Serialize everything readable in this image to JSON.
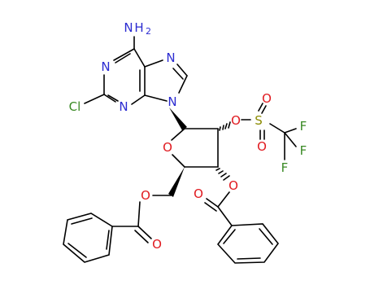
{
  "molecule": {
    "colors": {
      "N": "#2b2bd1",
      "O": "#e0191f",
      "S": "#8a8a00",
      "F": "#3a8a25",
      "Cl": "#3a8a25",
      "bond": "#000000"
    },
    "labels": {
      "amine_N": "N",
      "amine_H": "H",
      "amine_sub": "2",
      "n1": "N",
      "n3": "N",
      "n7": "N",
      "n9": "N",
      "cl": "Cl",
      "o_ring": "O",
      "o_triflate": "O",
      "s": "S",
      "o_s1": "O",
      "o_s2": "O",
      "f1": "F",
      "f2": "F",
      "f3": "F",
      "o_ester3": "O",
      "o_carbonyl3": "O",
      "o_ester5": "O",
      "o_carbonyl5": "O"
    }
  }
}
